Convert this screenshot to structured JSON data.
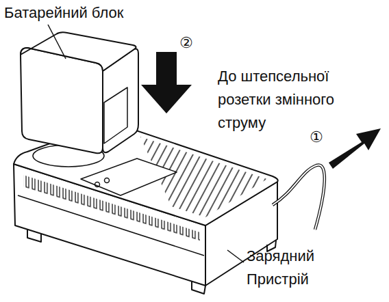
{
  "diagram": {
    "labels": [
      "Батарейний блок",
      "②",
      "До штепсельної розетки змінного струму",
      "①",
      "Зарядний Пристрій"
    ]
  }
}
